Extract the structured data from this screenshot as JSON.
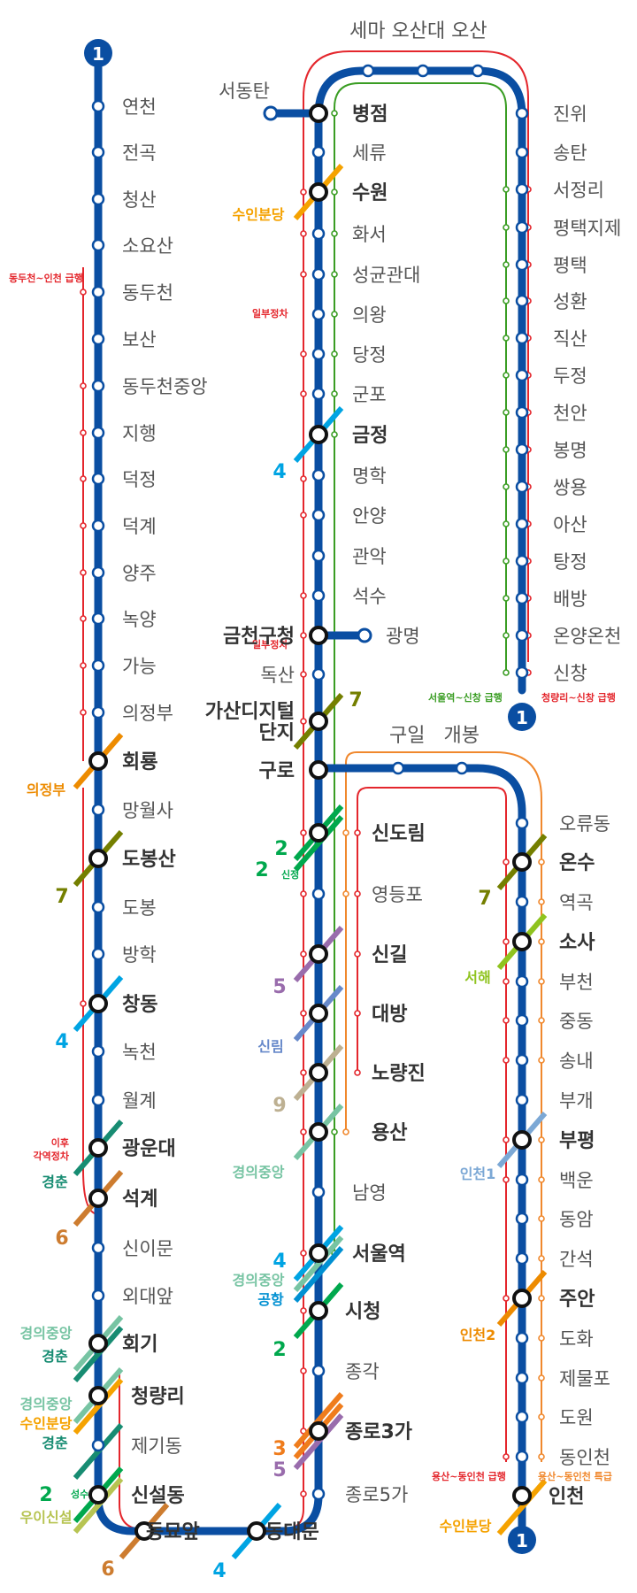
{
  "colors": {
    "line1": "#0a4ea2",
    "express_red": "#e4262c",
    "express_green": "#3a9d23",
    "express_orange": "#f0882d",
    "text": "#555555",
    "line2": "#00a84d",
    "line3": "#ef7c1c",
    "line4": "#00a4e3",
    "line5": "#996cac",
    "line6": "#cd7c2f",
    "line7": "#747f00",
    "line9": "#bdb092",
    "gyeongui": "#77c4a3",
    "gyeongchun": "#178c72",
    "suin": "#f5a200",
    "airport": "#0090d2",
    "seohae": "#8fc31f",
    "sillim": "#6789ca",
    "incheon1": "#7ca8d5",
    "incheon2": "#ed8b00",
    "ui_sinseol": "#b7c452"
  },
  "stations": {
    "yeoncheon": "연천",
    "jeongok": "전곡",
    "cheongsan": "청산",
    "soyosan": "소요산",
    "dongducheon": "동두천",
    "bosan": "보산",
    "dongducheon_jungang": "동두천중앙",
    "jihaeng": "지행",
    "deokjeong": "덕정",
    "deokgye": "덕계",
    "yangju": "양주",
    "nogyang": "녹양",
    "ganeung": "가능",
    "uijeongbu": "의정부",
    "hoeryong": "회룡",
    "mangwolsa": "망월사",
    "dobongsan": "도봉산",
    "dobong": "도봉",
    "banghak": "방학",
    "changdong": "창동",
    "nokcheon": "녹천",
    "wolgye": "월계",
    "kwangwoon": "광운대",
    "seokgye": "석계",
    "sinimun": "신이문",
    "oedae": "외대앞",
    "hoegi": "회기",
    "cheongnyangni": "청량리",
    "jegi": "제기동",
    "sinseol": "신설동",
    "dongmyo": "동묘앞",
    "dongdaemun": "동대문",
    "jongno5": "종로5가",
    "jongno3": "종로3가",
    "jonggak": "종각",
    "cityhall": "시청",
    "seoulstation": "서울역",
    "namyeong": "남영",
    "yongsan": "용산",
    "noryangjin": "노량진",
    "daebang": "대방",
    "singil": "신길",
    "yeongdeungpo": "영등포",
    "sindorim": "신도림",
    "guro": "구로",
    "gasan": "가산디지털\n단지",
    "doksan": "독산",
    "geumcheon": "금천구청",
    "gwangmyeong": "광명",
    "seoksu": "석수",
    "gwanak": "관악",
    "anyang": "안양",
    "myeonghak": "명학",
    "geumjeong": "금정",
    "gunpo": "군포",
    "dangjeong": "당정",
    "uiwang": "의왕",
    "sungkyunkwan": "성균관대",
    "hwaseo": "화서",
    "suwon": "수원",
    "seryu": "세류",
    "byeongjeom": "병점",
    "seodongtan": "서동탄",
    "north_group": "세마 오산대 오산",
    "jinwi": "진위",
    "songtan": "송탄",
    "seojeongni": "서정리",
    "pyeongtaekjije": "평택지제",
    "pyeongtaek": "평택",
    "seonghwan": "성환",
    "jiksan": "직산",
    "dujeong": "두정",
    "cheonan": "천안",
    "bongmyeong": "봉명",
    "ssangyong": "쌍용",
    "asan": "아산",
    "tangjeong": "탕정",
    "baebang": "배방",
    "onyang": "온양온천",
    "sinchang": "신창",
    "guil_gaebong": "구일   개봉",
    "oryu": "오류동",
    "onsu": "온수",
    "yeokgok": "역곡",
    "sosa": "소사",
    "bucheon": "부천",
    "jungdong": "중동",
    "songnae": "송내",
    "bugae": "부개",
    "bupyeong": "부평",
    "baegun": "백운",
    "dongam": "동암",
    "ganseok": "간석",
    "juan": "주안",
    "dohwa": "도화",
    "jemulpo": "제물포",
    "dowon": "도원",
    "dongincheon": "동인천",
    "incheon": "인천"
  },
  "notes": {
    "dongducheon_express": "동두천~인천 급행",
    "partial_stop": "일부정차",
    "later_every_stop_1": "이후",
    "later_every_stop_2": "각역정차",
    "seoul_sinchang": "서울역~신창 급행",
    "cheongnyangni_sinchang": "청량리~신창 급행",
    "yongsan_dongincheon_exp": "용산~동인천 급행",
    "yongsan_dongincheon_spc": "용산~동인천 특급"
  },
  "line_badge": "1",
  "transfers": {
    "uijeongbu": "의정부",
    "seven": "7",
    "four": "4",
    "gyeongchun": "경춘",
    "six": "6",
    "gyeongui": "경의중앙",
    "suin": "수인분당",
    "two": "2",
    "seongsu": "성수",
    "ui_sinseol": "우이신설",
    "three": "3",
    "five": "5",
    "airport": "공항",
    "sillim": "신림",
    "nine": "9",
    "sinjeong": "신정",
    "seohae": "서해",
    "incheon1": "인천1",
    "incheon2": "인천2"
  }
}
